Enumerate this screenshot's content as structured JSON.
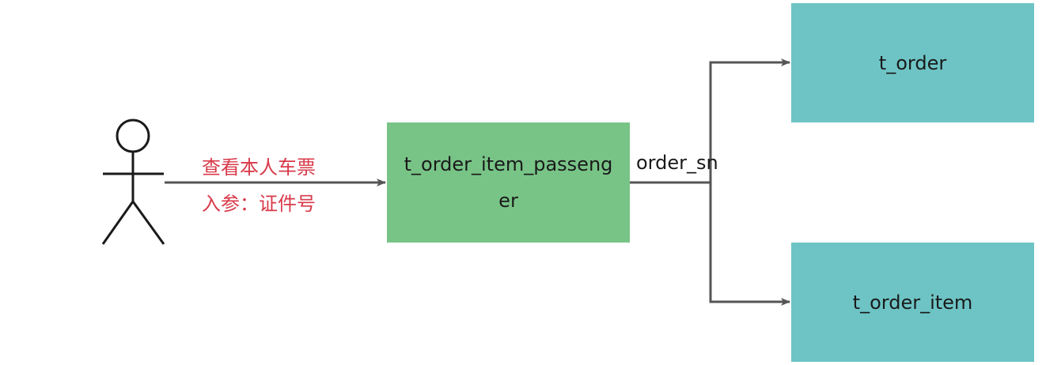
{
  "nodes": {
    "actor": {
      "icon": "stick-figure-user-icon"
    },
    "passenger_table": {
      "label_line1": "t_order_item_passeng",
      "label_line2": "er",
      "color": "#78c487"
    },
    "order_table": {
      "label": "t_order",
      "color": "#6ec4c5"
    },
    "order_item_table": {
      "label": "t_order_item",
      "color": "#6ec4c5"
    }
  },
  "edges": {
    "actor_to_passenger": {
      "label_line1": "查看本人车票",
      "label_line2": "入参：证件号",
      "label_color": "#d83a4a"
    },
    "passenger_to_orders": {
      "label": "order_sn"
    }
  },
  "colors": {
    "arrow": "#555555",
    "actor_stroke": "#1a1a1a"
  }
}
